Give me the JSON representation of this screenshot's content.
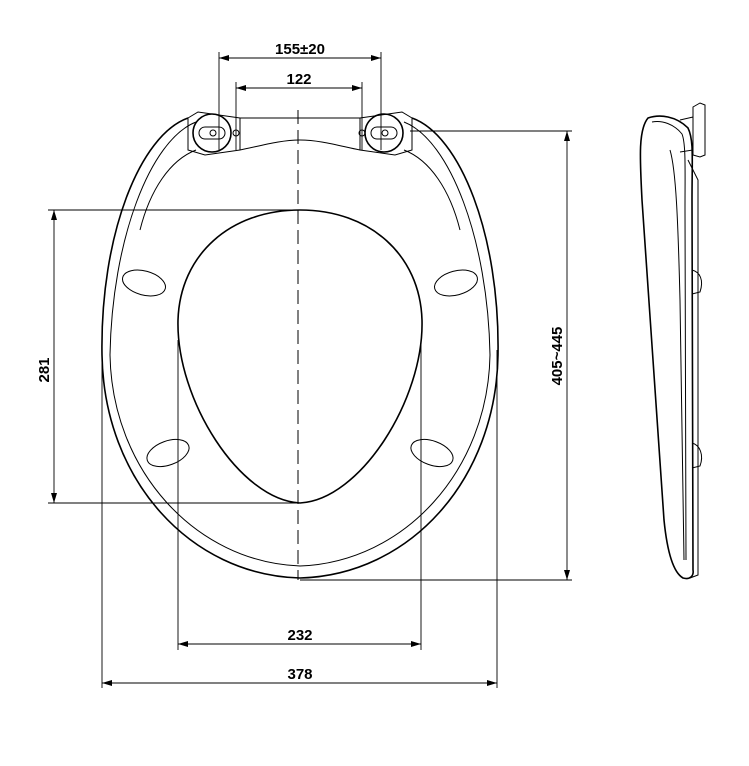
{
  "dimensions": {
    "top_outer": "155±20",
    "top_inner": "122",
    "inner_opening_length": "281",
    "overall_length": "405~445",
    "inner_opening_width": "232",
    "overall_width": "378"
  }
}
